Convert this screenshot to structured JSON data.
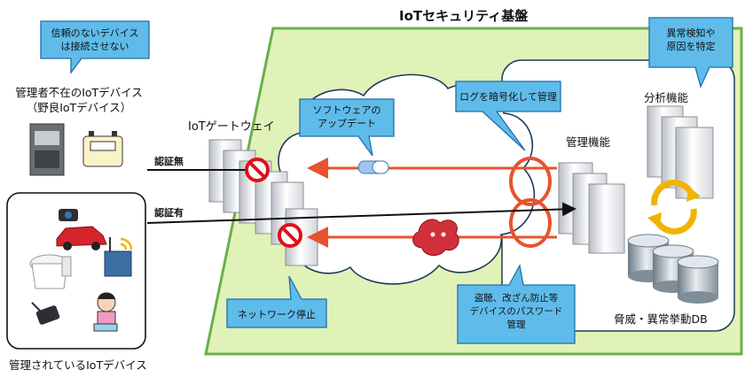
{
  "title": "IoTセキュリティ基盤",
  "left": {
    "untrusted_callout": [
      "信頼のないデバイス",
      "は接続させない"
    ],
    "unmanaged_label": [
      "管理者不在のIoTデバイス",
      "（野良IoTデバイス）"
    ],
    "managed_label": "管理されているIoTデバイス"
  },
  "arrows": {
    "no_auth": "認証無",
    "with_auth": "認証有"
  },
  "gateway": {
    "label": "IoTゲートウェイ"
  },
  "callouts": {
    "software_update": [
      "ソフトウェアの",
      "アップデート"
    ],
    "log_encrypt": "ログを暗号化して管理",
    "anomaly": [
      "異常検知や",
      "原因を特定"
    ],
    "network_stop": "ネットワーク停止",
    "theft_prevention": [
      "盗聴、改ざん防止等",
      "デバイスのパスワード",
      "管理"
    ]
  },
  "functions": {
    "management": "管理機能",
    "analysis": "分析機能",
    "threat_db": "脅威・異常挙動DB"
  },
  "colors": {
    "platform_green": "#e0f2b8",
    "platform_border": "#6ab04c",
    "callout_fill": "#5fbbea",
    "callout_border": "#1f6fa8",
    "flow_arrow": "#e8532f",
    "block_red": "#e0101a"
  }
}
